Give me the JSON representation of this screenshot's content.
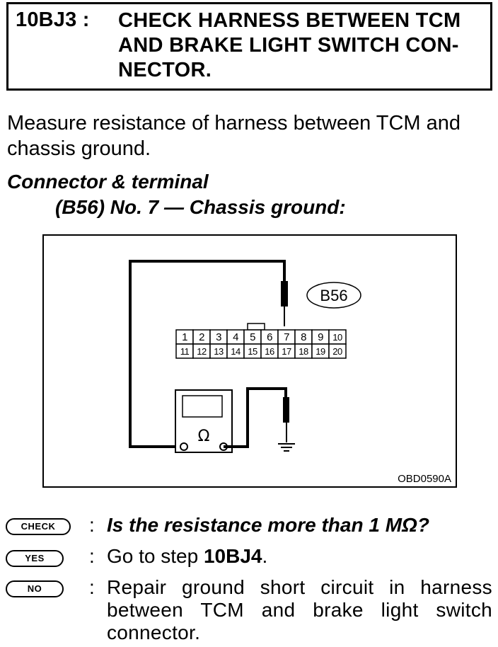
{
  "header": {
    "step_id": "10BJ3 :",
    "title": "CHECK HARNESS BETWEEN TCM AND BRAKE LIGHT SWITCH CON-NECTOR."
  },
  "instruction": "Measure resistance of harness between TCM and chassis ground.",
  "connector": {
    "heading": "Connector & terminal",
    "spec": "(B56) No. 7 — Chassis ground:"
  },
  "figure": {
    "connector_label": "B56",
    "terminals_top": [
      "1",
      "2",
      "3",
      "4",
      "5",
      "6",
      "7",
      "8",
      "9",
      "10"
    ],
    "terminals_bottom": [
      "11",
      "12",
      "13",
      "14",
      "15",
      "16",
      "17",
      "18",
      "19",
      "20"
    ],
    "meter_symbol": "Ω",
    "figure_code": "OBD0590A"
  },
  "answers": {
    "check": {
      "badge": "CHECK",
      "colon": ":",
      "text": "Is the resistance more than 1 MΩ?"
    },
    "yes": {
      "badge": "YES",
      "colon": ":",
      "text_prefix": "Go to step ",
      "step": "10BJ4",
      "text_suffix": "."
    },
    "no": {
      "badge": "NO",
      "colon": ":",
      "text": "Repair ground short circuit in harness between TCM and brake light switch connector."
    }
  }
}
